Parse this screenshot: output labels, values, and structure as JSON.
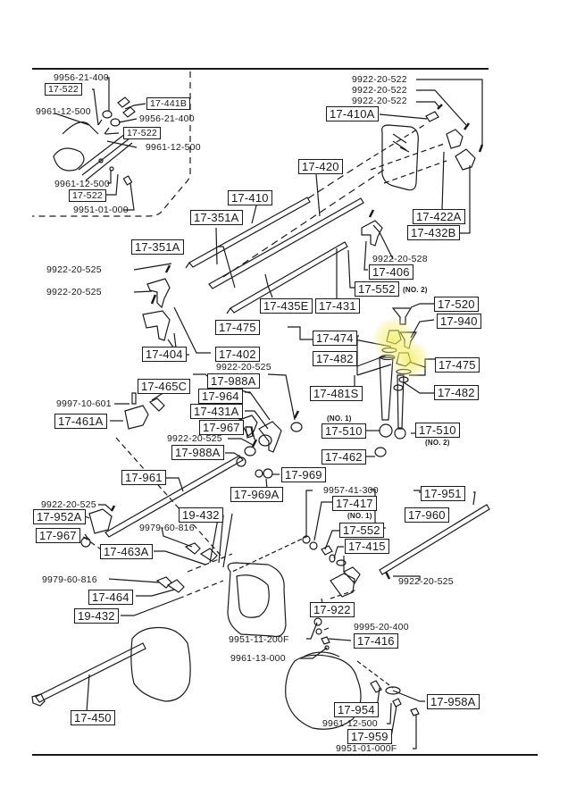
{
  "diagram": {
    "highlight_color": "#efe84e",
    "line_color": "#1a1a1a",
    "inset": {
      "labels": {
        "seal_top": "9956-21-400",
        "bracket_17_522_top": "17-522",
        "screw_9961_a": "9961-12-500",
        "switch_17_441b": "17-441B",
        "seal_9956_b": "9956-21-400",
        "bracket_17_522_mid": "17-522",
        "pin_9961_b": "9961-12-500",
        "pin_9961_c": "9961-12-500",
        "bracket_17_522_bot": "17-522",
        "bolt_9951": "9951-01-000"
      }
    },
    "top_right": {
      "labels": {
        "spring_a": "9922-20-522",
        "spring_b": "9922-20-522",
        "spring_c": "9922-20-522",
        "part_17_410a": "17-410A",
        "part_17_422a": "17-422A",
        "part_17_432b": "17-432B"
      }
    },
    "rods": {
      "labels": {
        "rod_17_420": "17-420",
        "rod_17_410": "17-410",
        "pin_17_351a_a": "17-351A",
        "pin_17_351a_b": "17-351A",
        "spring_9922_525_a": "9922-20-525",
        "spring_9922_525_b": "9922-20-525",
        "spring_9922_528": "9922-20-528",
        "fork_17_406": "17-406",
        "part_17_552": "17-552",
        "note_no2_a": "(NO. 2)",
        "pin_17_435e": "17-435E",
        "rod_17_431": "17-431",
        "fork_17_404": "17-404",
        "fork_17_402": "17-402"
      }
    },
    "shifter": {
      "labels": {
        "knob_17_520": "17-520",
        "knob_17_940": "17-940",
        "group_17_475_left": "17-475",
        "part_17_474": "17-474",
        "part_17_482_left": "17-482",
        "group_17_481s": "17-481S",
        "part_17_475_right": "17-475",
        "part_17_482_right": "17-482",
        "note_no1": "(NO. 1)",
        "lever_17_510_no1": "17-510",
        "lever_17_510_no2": "17-510",
        "note_no2_b": "(NO. 2)",
        "boot_17_462": "17-462"
      }
    },
    "middle_left": {
      "labels": {
        "spring_9922_525_c": "9922-20-525",
        "part_17_988a_a": "17-988A",
        "part_17_964": "17-964",
        "part_17_431a": "17-431A",
        "part_17_967_a": "17-967",
        "spring_9922_525_d": "9922-20-525",
        "part_17_988a_b": "17-988A",
        "part_17_969": "17-969",
        "part_17_969a": "17-969A",
        "part_17_465c": "17-465C",
        "bolt_9997": "9997-10-601",
        "part_17_461a": "17-461A",
        "rod_17_961": "17-961"
      }
    },
    "lower_left": {
      "labels": {
        "spring_9922_525_e": "9922-20-525",
        "part_17_952a": "17-952A",
        "part_17_967_b": "17-967",
        "part_19_432_a": "19-432",
        "bolt_9979_a": "9979-60-816",
        "part_17_463a": "17-463A",
        "bolt_9979_b": "9979-60-816",
        "part_17_464": "17-464",
        "part_19_432_b": "19-432",
        "rod_17_450": "17-450"
      }
    },
    "lower_right": {
      "labels": {
        "seal_9957": "9957-41-300",
        "part_17_417": "17-417",
        "note_no1_b": "(NO. 1)",
        "group_17_960": "17-960",
        "part_17_552_b": "17-552",
        "part_17_415": "17-415",
        "rod_17_951": "17-951",
        "spring_9922_525_f": "9922-20-525",
        "part_17_922": "17-922",
        "bolt_9951_11": "9951-11-200F",
        "washer_9995": "9995-20-400",
        "part_17_416": "17-416",
        "pin_9961_13": "9961-13-000",
        "part_17_954": "17-954",
        "pin_9961_12": "9961-12-500",
        "part_17_959": "17-959",
        "bolt_9951_01f": "9951-01-000F",
        "part_17_958a": "17-958A"
      }
    }
  }
}
